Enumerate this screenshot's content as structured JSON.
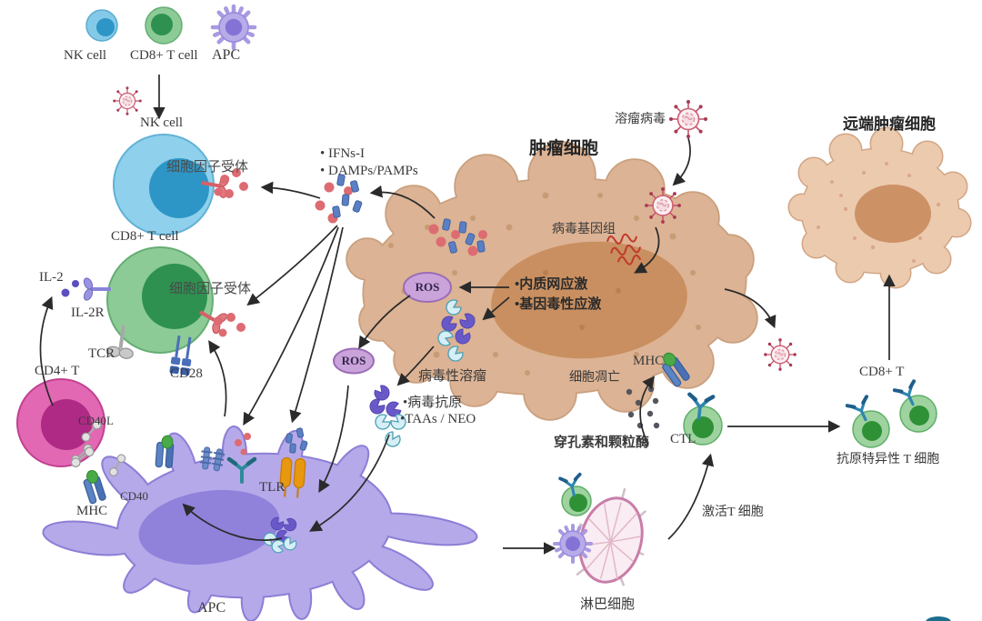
{
  "diagram": {
    "legend": {
      "nk_cell": "NK cell",
      "cd8_t_cell": "CD8+ T cell",
      "apc": "APC"
    },
    "labels": {
      "nk_cell": "NK cell",
      "cytokine_receptor": "细胞因子受体",
      "cd8_t_cell": "CD8+ T cell",
      "il2": "IL-2",
      "il2r": "IL-2R",
      "tcr": "TCR",
      "cd28": "CD28",
      "cd4_t": "CD4+ T",
      "cd40l": "CD40L",
      "cd40": "CD40",
      "mhc_apc": "MHC",
      "tlr": "TLR",
      "apc": "APC",
      "ifns": "• IFNs-I",
      "damps": "• DAMPs/PAMPs",
      "tumor_cell": "肿瘤细胞",
      "oncolytic_virus": "溶瘤病毒",
      "viral_genome": "病毒基因组",
      "er_stress": "•内质网应激",
      "genotoxic_stress": "•基因毒性应激",
      "ros": "ROS",
      "viral_oncolysis": "病毒性溶瘤",
      "viral_antigen": "•病毒抗原",
      "taas_neo": "•TAAs / NEO",
      "apoptosis": "细胞凋亡",
      "mhc_tumor": "MHC",
      "perforin_granzyme": "穿孔素和颗粒酶",
      "ctl": "CTL",
      "activate_t": "激活T 细胞",
      "lymphocyte": "淋巴细胞",
      "distant_tumor": "远端肿瘤细胞",
      "cd8_t_right": "CD8+ T",
      "antigen_specific_t": "抗原特异性 T 细胞"
    },
    "colors": {
      "nk_body": "#85c9e8",
      "nk_nucleus": "#2e96c6",
      "t_body": "#8ccb96",
      "t_nucleus": "#2e9150",
      "apc_body": "#b5a9e9",
      "apc_nucleus": "#8a7ad8",
      "cd4_body": "#e268b4",
      "cd4_nucleus": "#ae2a84",
      "tumor_body": "#dcb394",
      "tumor_nucleus": "#c98f60",
      "distant_body": "#eccaae",
      "distant_nucleus": "#cd9166",
      "ros_fill": "#c9a3da",
      "virus_outline": "#cc5d73",
      "cytokine_red": "#dd6b72",
      "pamp_blue": "#5b7fc4",
      "antigen_purple": "#6959c8",
      "antigen_lightblue": "#d6eef5",
      "tlr_orange": "#e8980e",
      "lymph_fill": "#f9ecf2",
      "lymph_border": "#c87da8",
      "arrow": "#2a2a2a"
    }
  }
}
